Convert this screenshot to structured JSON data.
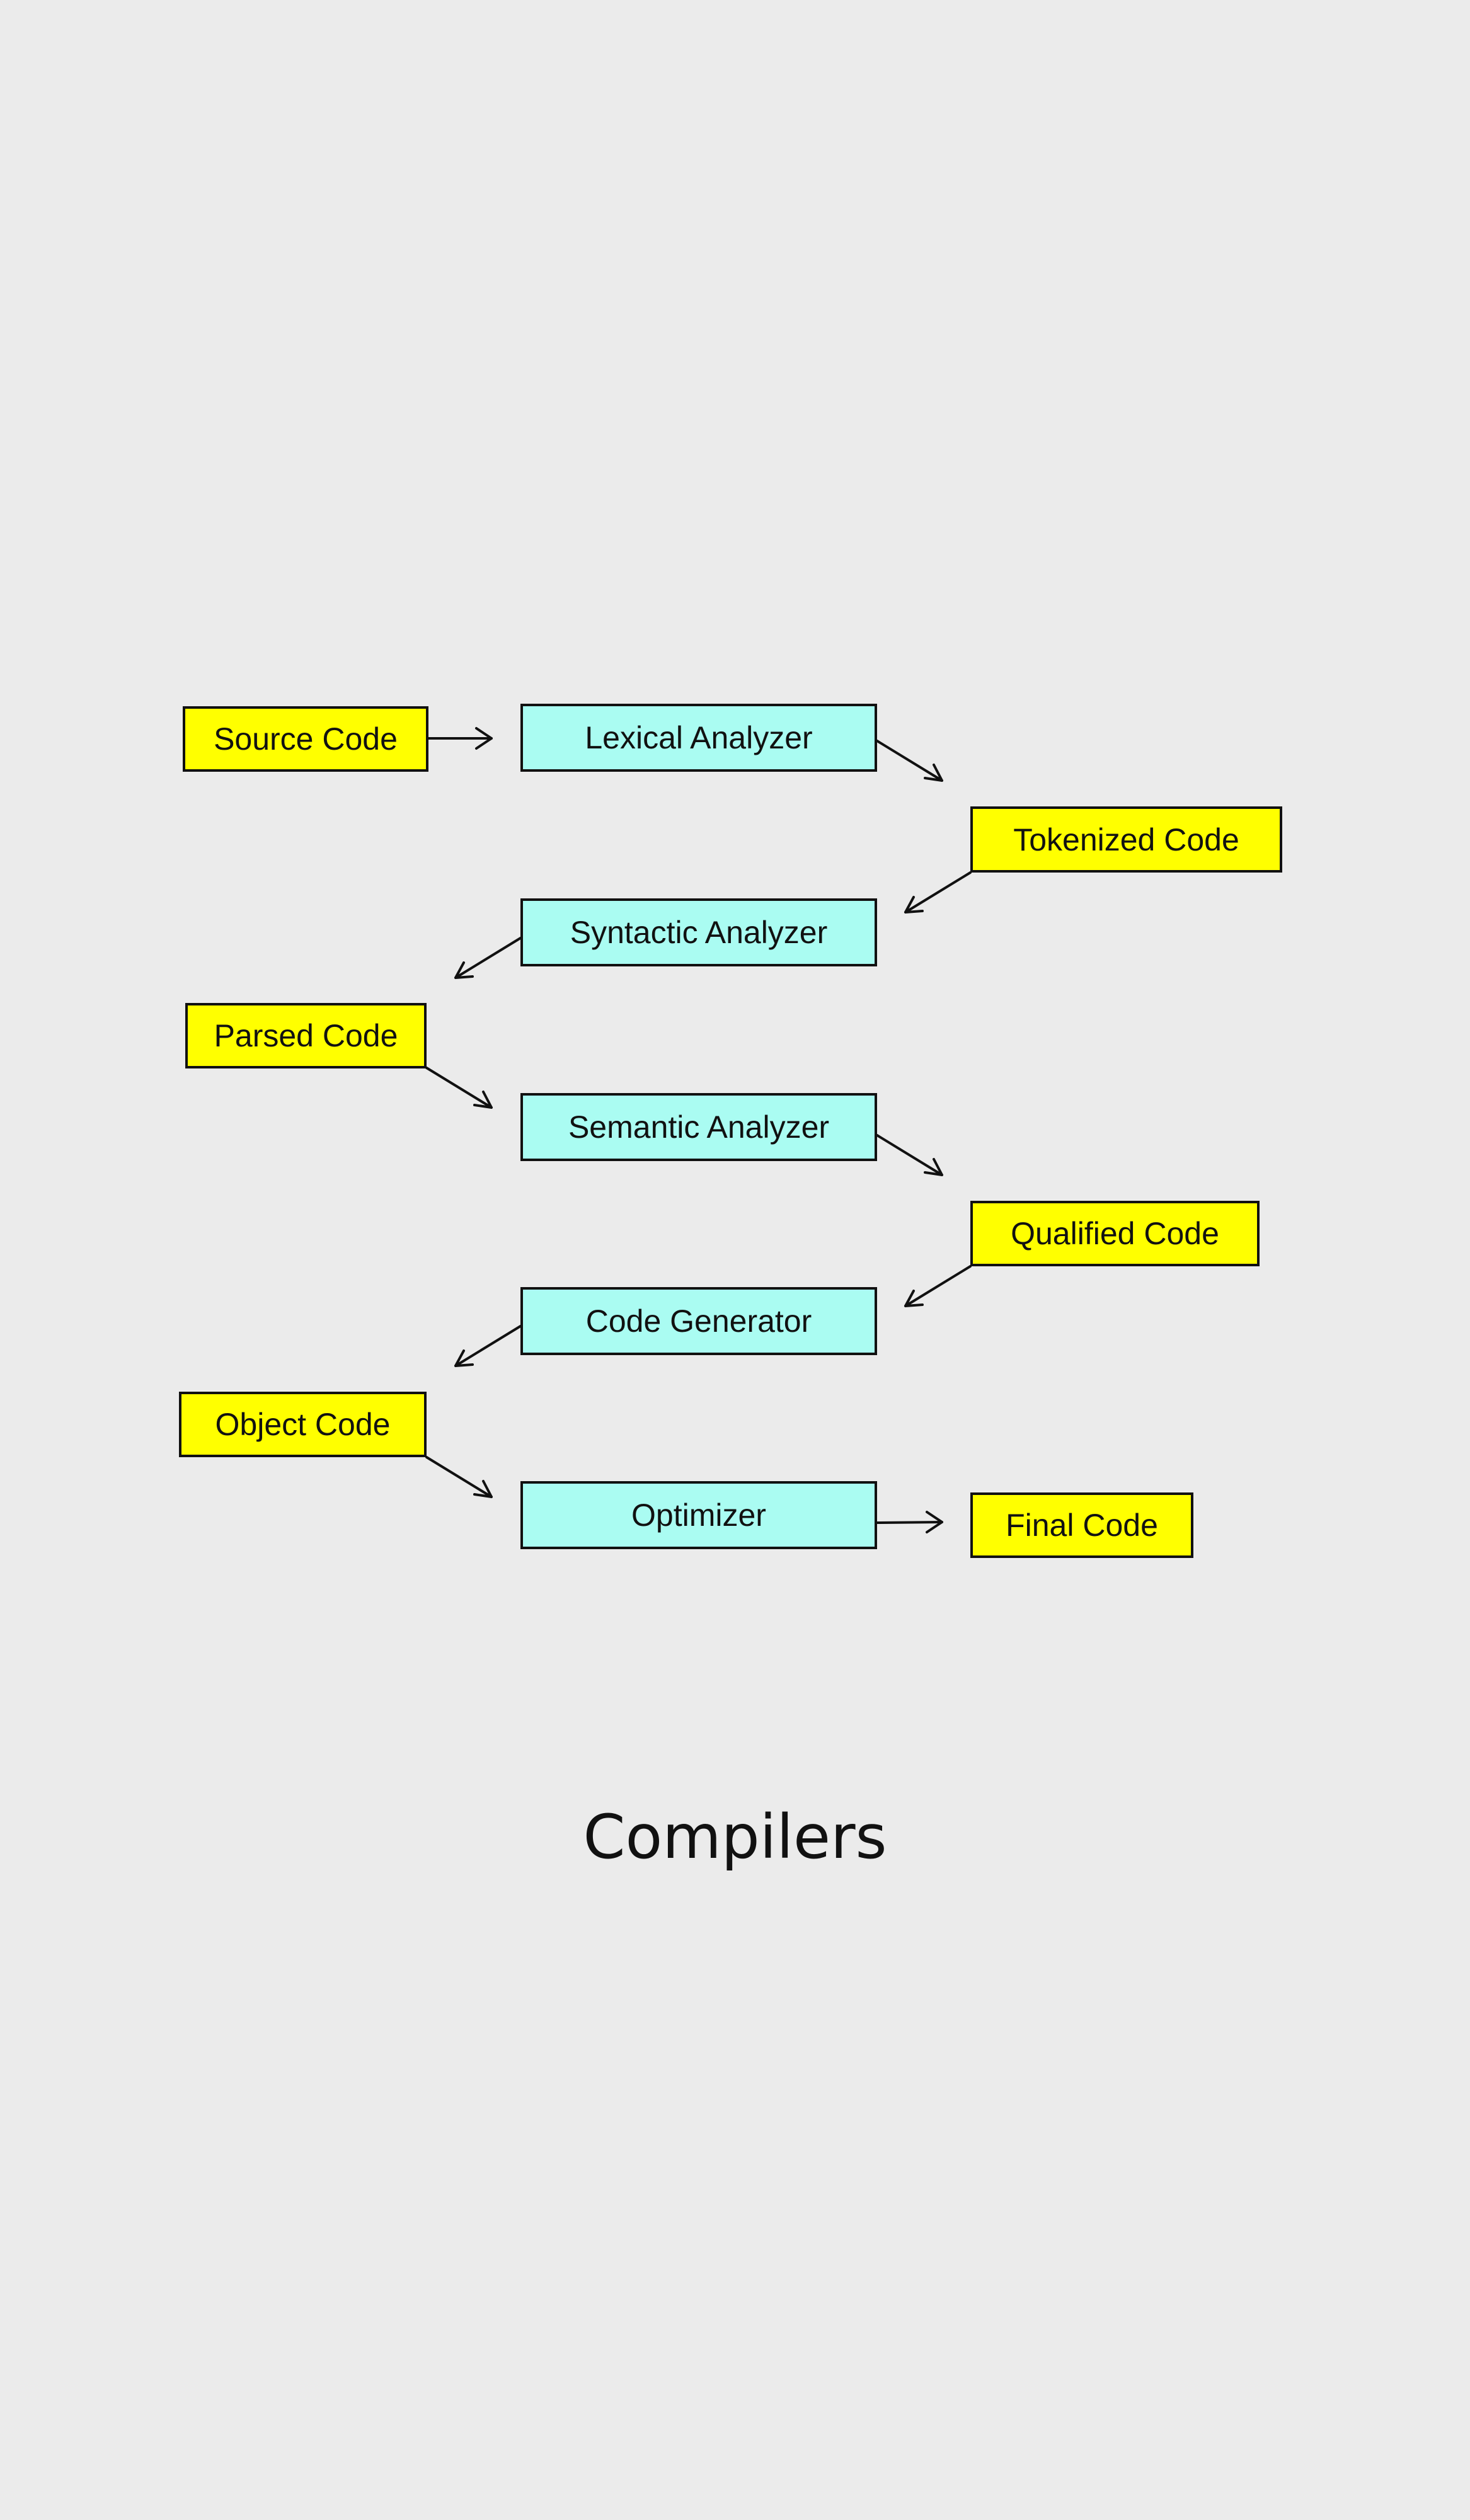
{
  "diagram": {
    "title": "Compilers",
    "colors": {
      "background": "#ebebeb",
      "data_box": "#ffff00",
      "process_box": "#aafcf2",
      "stroke": "#111111"
    },
    "nodes": {
      "source_code": "Source Code",
      "lexical_analyzer": "Lexical Analyzer",
      "tokenized_code": "Tokenized Code",
      "syntactic_analyzer": "Syntactic Analyzer",
      "parsed_code": "Parsed Code",
      "semantic_analyzer": "Semantic Analyzer",
      "qualified_code": "Qualified Code",
      "code_generator": "Code Generator",
      "object_code": "Object Code",
      "optimizer": "Optimizer",
      "final_code": "Final Code"
    },
    "edges": [
      [
        "source_code",
        "lexical_analyzer"
      ],
      [
        "lexical_analyzer",
        "tokenized_code"
      ],
      [
        "tokenized_code",
        "syntactic_analyzer"
      ],
      [
        "syntactic_analyzer",
        "parsed_code"
      ],
      [
        "parsed_code",
        "semantic_analyzer"
      ],
      [
        "semantic_analyzer",
        "qualified_code"
      ],
      [
        "qualified_code",
        "code_generator"
      ],
      [
        "code_generator",
        "object_code"
      ],
      [
        "object_code",
        "optimizer"
      ],
      [
        "optimizer",
        "final_code"
      ]
    ]
  }
}
